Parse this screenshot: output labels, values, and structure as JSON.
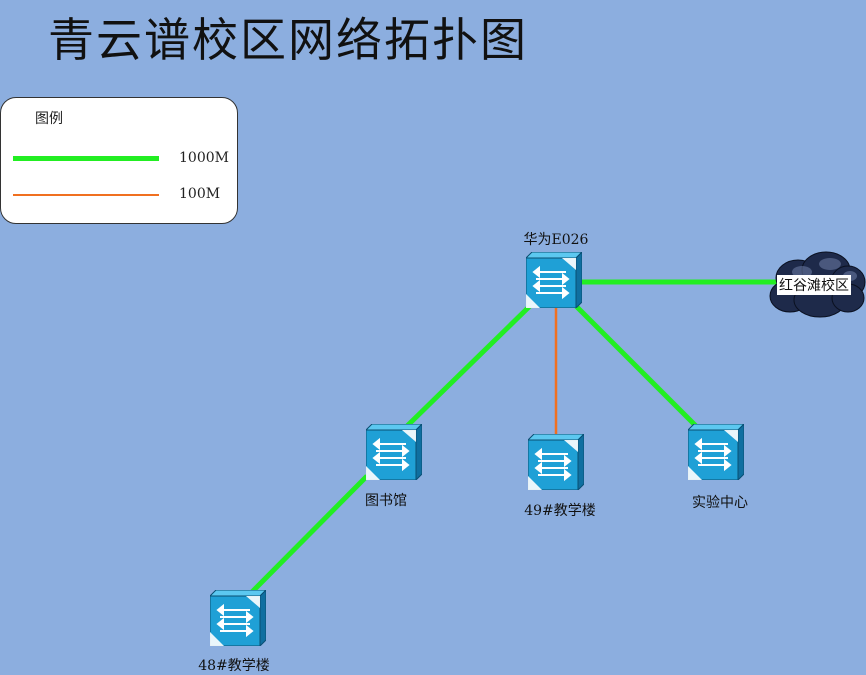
{
  "title": "青云谱校区网络拓扑图",
  "legend": {
    "title": "图例",
    "items": [
      {
        "label": "1000M",
        "color": "#22EE22"
      },
      {
        "label": "100M",
        "color": "#F07020"
      }
    ]
  },
  "nodes": {
    "core": {
      "label": "华为E026",
      "icon": "switch-icon"
    },
    "library": {
      "label": "图书馆",
      "icon": "switch-icon"
    },
    "building49": {
      "label": "49#教学楼",
      "icon": "switch-icon"
    },
    "lab": {
      "label": "实验中心",
      "icon": "switch-icon"
    },
    "building48": {
      "label": "48#教学楼",
      "icon": "switch-icon"
    },
    "remote": {
      "label": "红谷滩校区",
      "icon": "cloud-icon"
    }
  },
  "links": [
    {
      "from": "core",
      "to": "remote",
      "speed": "1000M"
    },
    {
      "from": "core",
      "to": "library",
      "speed": "1000M"
    },
    {
      "from": "core",
      "to": "lab",
      "speed": "1000M"
    },
    {
      "from": "core",
      "to": "building49",
      "speed": "100M"
    },
    {
      "from": "library",
      "to": "building48",
      "speed": "1000M"
    }
  ]
}
